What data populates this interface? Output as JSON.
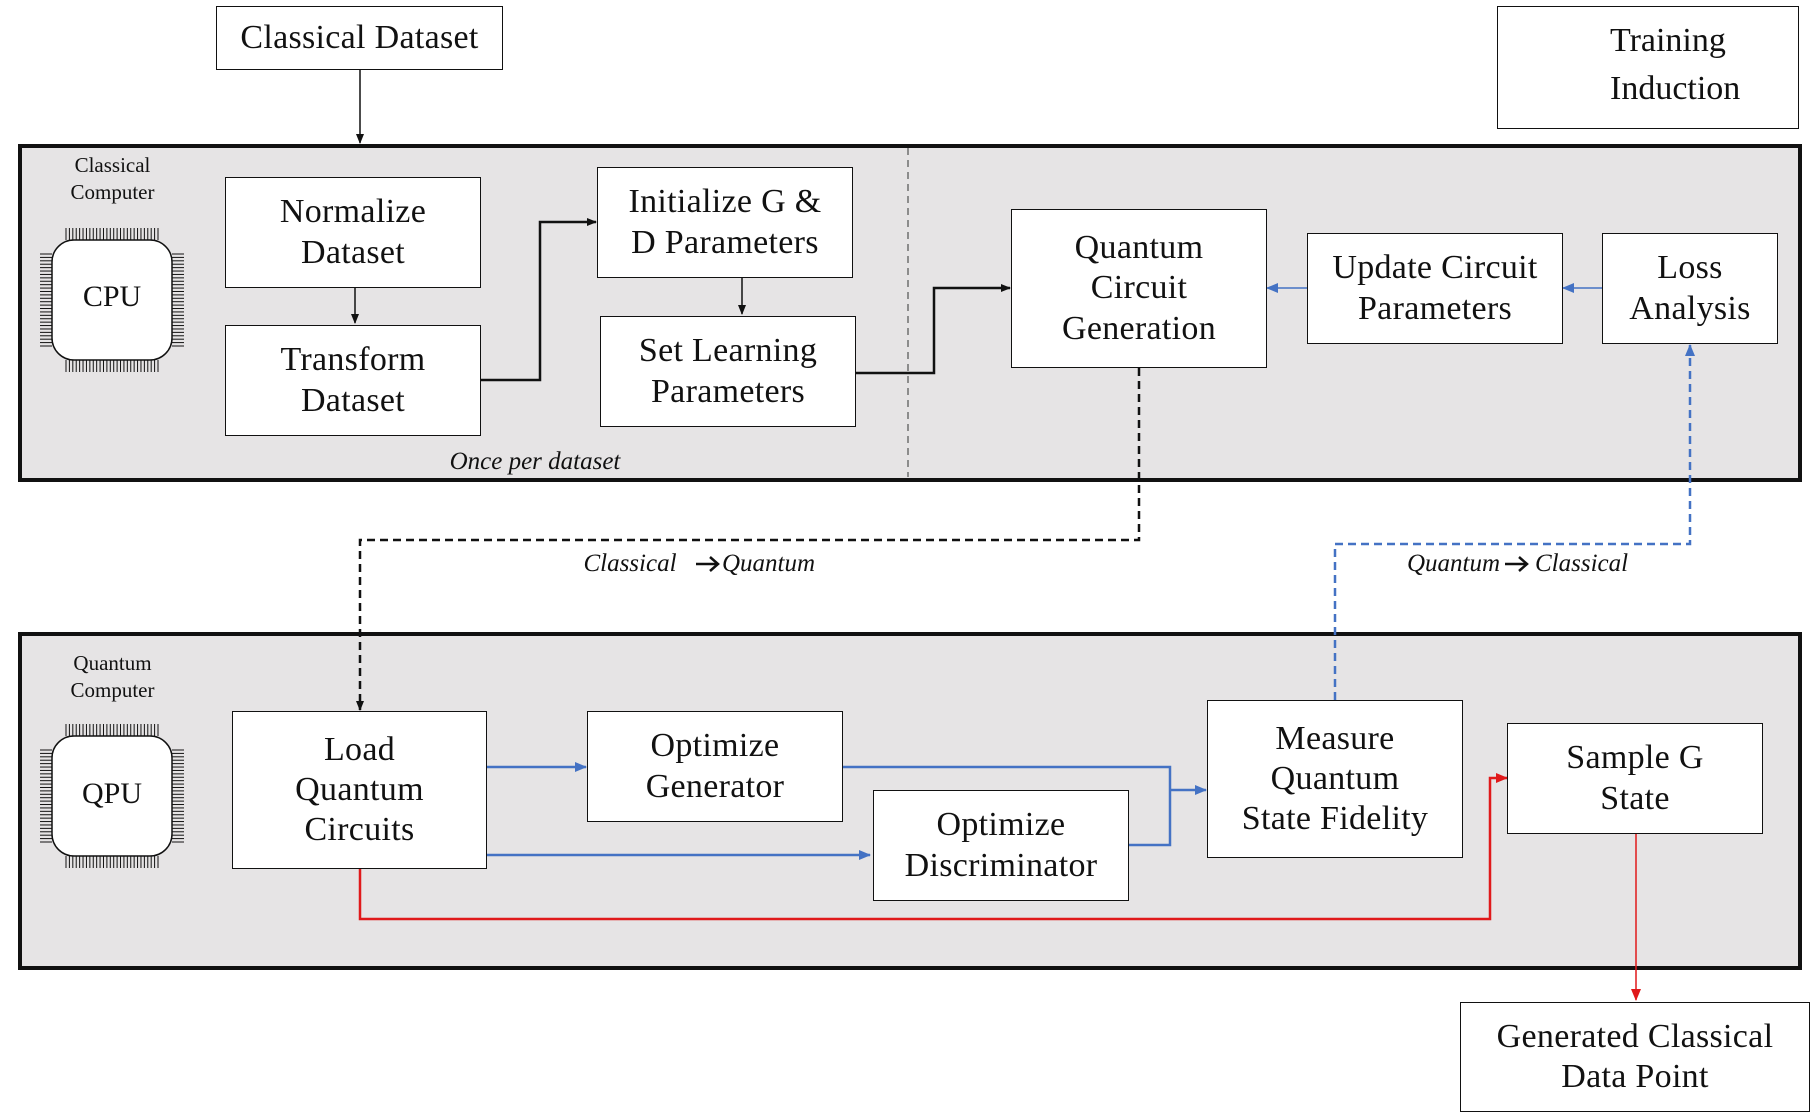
{
  "input_box": "Classical Dataset",
  "legend": {
    "training": "Training",
    "induction": "Induction",
    "training_color": "#4472c4",
    "induction_color": "#e0191b"
  },
  "classical": {
    "title": "Classical\nComputer",
    "chip": "CPU",
    "normalize": "Normalize\nDataset",
    "transform": "Transform\nDataset",
    "init": "Initialize G &\nD Parameters",
    "set_learning": "Set Learning\nParameters",
    "once_label": "Once per dataset",
    "qc_gen": "Quantum\nCircuit\nGeneration",
    "update": "Update Circuit\nParameters",
    "loss": "Loss\nAnalysis"
  },
  "transfer": {
    "c2q_from": "Classical",
    "c2q_to": "Quantum",
    "q2c_from": "Quantum",
    "q2c_to": "Classical"
  },
  "quantum": {
    "title": "Quantum\nComputer",
    "chip": "QPU",
    "load": "Load\nQuantum\nCircuits",
    "opt_gen": "Optimize\nGenerator",
    "opt_disc": "Optimize\nDiscriminator",
    "measure": "Measure\nQuantum\nState Fidelity",
    "sample": "Sample G\nState"
  },
  "output_box": "Generated Classical\nData Point"
}
